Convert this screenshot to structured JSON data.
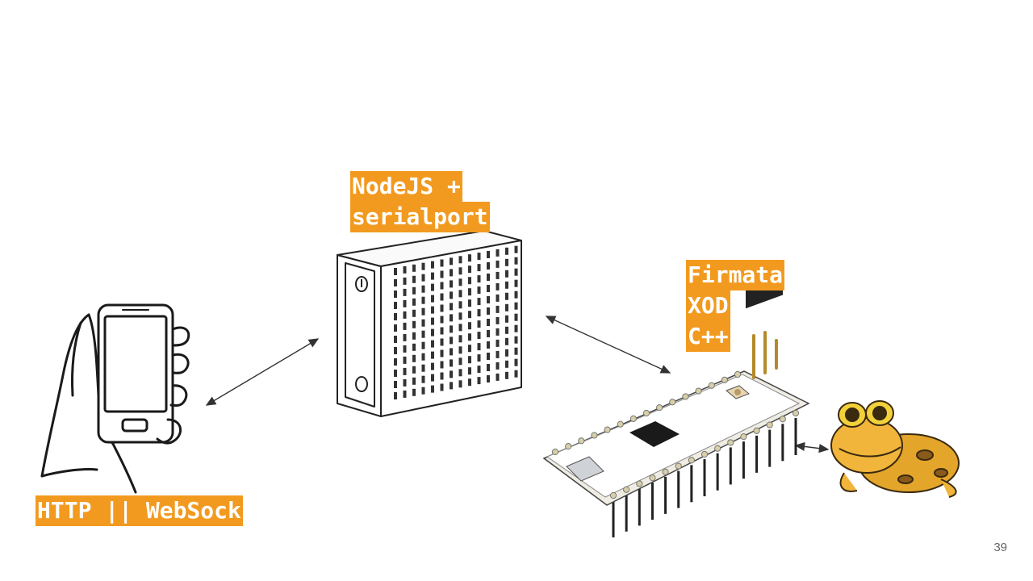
{
  "labels": {
    "server": [
      "NodeJS +",
      "serialport"
    ],
    "board": [
      "Firmata",
      "XOD",
      "C++"
    ],
    "phone": "HTTP || WebSock"
  },
  "page_number": "39",
  "colors": {
    "label_bg": "#f29a1f",
    "label_text": "#ffffff"
  },
  "icons": [
    "hand-holding-phone",
    "mini-pc-server",
    "arduino-nano-board",
    "hypnotoad-frog"
  ]
}
